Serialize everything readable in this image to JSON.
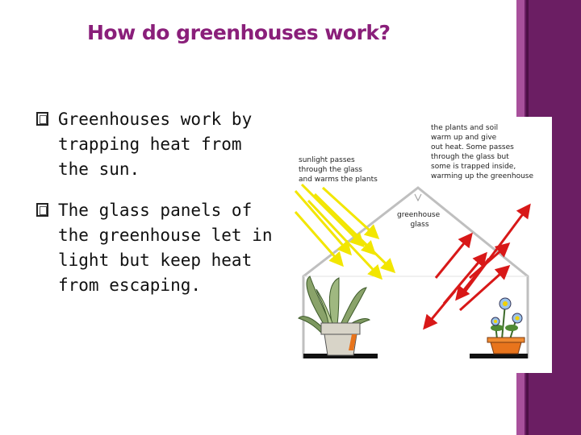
{
  "slide": {
    "title": "How do greenhouses work?",
    "bullets": [
      "Greenhouses work by trapping heat from the sun.",
      "The glass panels of the greenhouse let in light but keep heat from escaping."
    ]
  },
  "diagram": {
    "label_sunlight": [
      "sunlight passes",
      "through the glass",
      "and warms the plants"
    ],
    "label_glass": [
      "greenhouse",
      "glass"
    ],
    "label_plants": [
      "the plants and soil",
      "warm up and give",
      "out heat. Some passes",
      "through the glass but",
      "some is trapped inside,",
      "warming up the greenhouse"
    ],
    "colors": {
      "sunlight_arrows": "#f2e600",
      "heat_arrows": "#d81818",
      "pot": "#e8741c",
      "accent": "#6b1e63"
    }
  }
}
